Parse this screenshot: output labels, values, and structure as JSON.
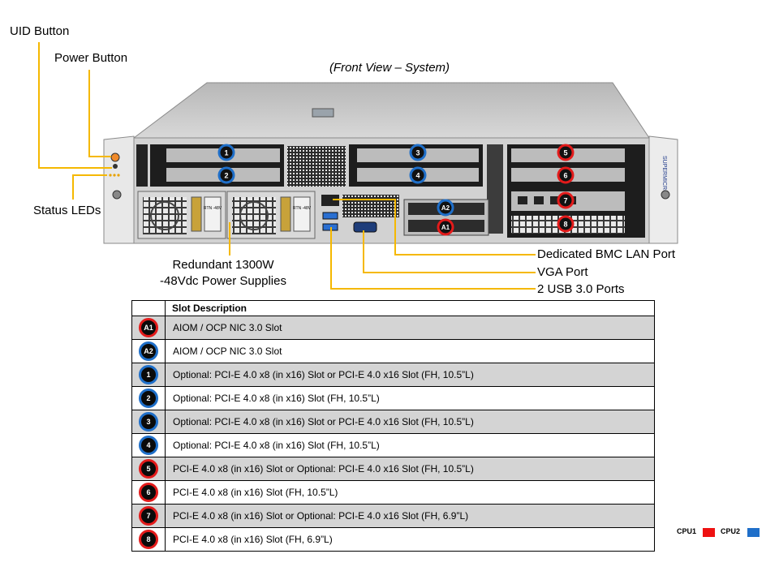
{
  "caption": "(Front View – System)",
  "callouts": {
    "uid_button": "UID Button",
    "power_button": "Power Button",
    "status_leds": "Status LEDs",
    "psu_line1": "Redundant  1300W",
    "psu_line2": "-48Vdc Power Supplies",
    "bmc_lan": "Dedicated BMC LAN Port",
    "vga": "VGA Port",
    "usb": "2 USB 3.0 Ports"
  },
  "brand": "SUPERMICRO",
  "psu_module_text": "RTN -48V",
  "table": {
    "header": "Slot Description",
    "rows": [
      {
        "badge": "A1",
        "cpu": "CPU1",
        "desc": "AIOM / OCP NIC  3.0 Slot"
      },
      {
        "badge": "A2",
        "cpu": "CPU2",
        "desc": "AIOM / OCP NIC  3.0 Slot"
      },
      {
        "badge": "1",
        "cpu": "CPU2",
        "desc": "Optional:  PCI-E  4.0 x8  (in x16) Slot or PCI-E  4.0 x16 Slot (FH,  10.5”L)"
      },
      {
        "badge": "2",
        "cpu": "CPU2",
        "desc": "Optional:  PCI-E  4.0 x8  (in x16) Slot  (FH,  10.5”L)"
      },
      {
        "badge": "3",
        "cpu": "CPU2",
        "desc": "Optional:  PCI-E  4.0 x8  (in x16) Slot or PCI-E  4.0 x16 Slot (FH,  10.5”L)"
      },
      {
        "badge": "4",
        "cpu": "CPU2",
        "desc": "Optional:  PCI-E  4.0 x8  (in x16) Slot  (FH,  10.5”L)"
      },
      {
        "badge": "5",
        "cpu": "CPU1",
        "desc": "PCI-E  4.0 x8  (in x16) Slot or Optional:  PCI-E  4.0 x16 Slot (FH,  10.5”L)"
      },
      {
        "badge": "6",
        "cpu": "CPU1",
        "desc": "PCI-E  4.0 x8  (in x16) Slot  (FH,  10.5”L)"
      },
      {
        "badge": "7",
        "cpu": "CPU1",
        "desc": "PCI-E  4.0 x8  (in x16) Slot or Optional:  PCI-E  4.0 x16 Slot (FH,  6.9”L)"
      },
      {
        "badge": "8",
        "cpu": "CPU1",
        "desc": "PCI-E  4.0 x8  (in x16) Slot  (FH,  6.9”L)"
      }
    ]
  },
  "legend": [
    {
      "label": "CPU1",
      "color": "#ee1111"
    },
    {
      "label": "CPU2",
      "color": "#1f6fc9"
    }
  ],
  "colors": {
    "cpu1_ring": "#e31b1b",
    "cpu2_ring": "#1f6fc9",
    "leader_line": "#f5b800",
    "chassis": "#c9c9c9"
  }
}
